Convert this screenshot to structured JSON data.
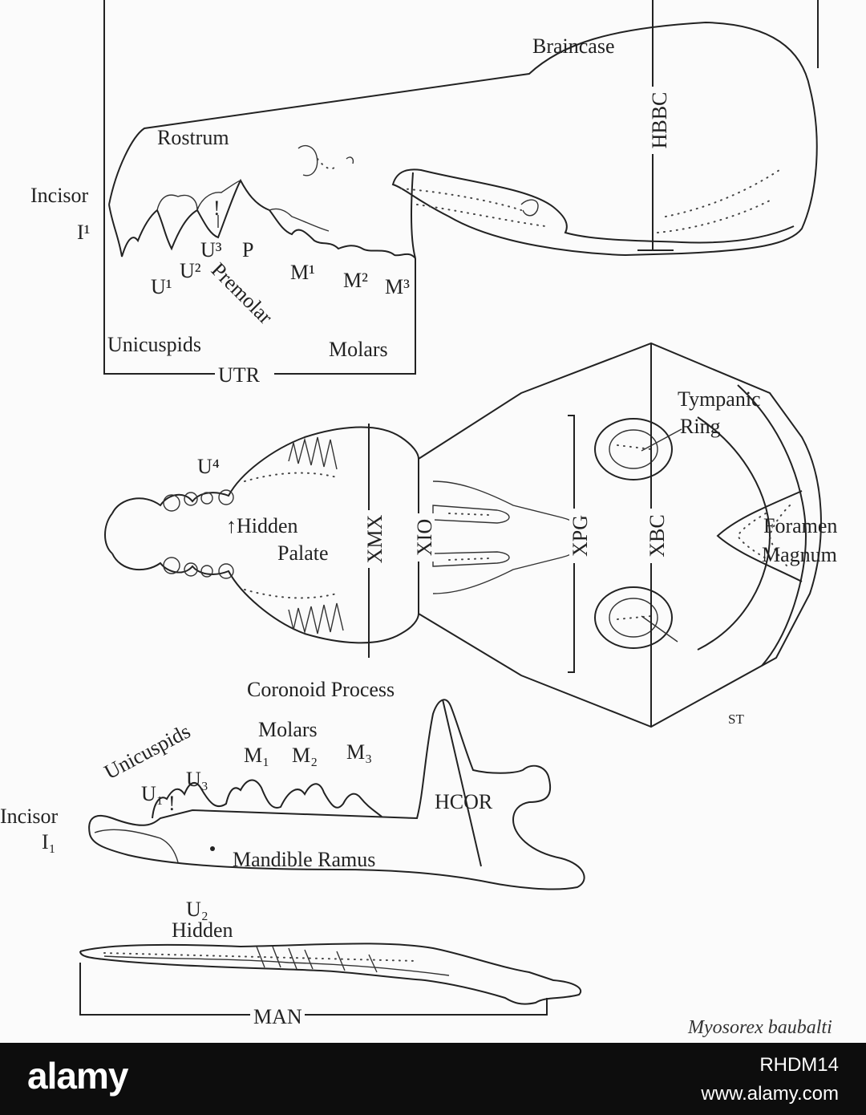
{
  "lateral": {
    "braincase": "Braincase",
    "hbbc": "HBBC",
    "rostrum": "Rostrum",
    "incisor": "Incisor",
    "i1": "I¹",
    "exclaim": "!",
    "u3": "U³",
    "p": "P",
    "u2": "U²",
    "u1": "U¹",
    "premolar": "Premolar",
    "m1": "M¹",
    "m2": "M²",
    "m3": "M³",
    "unicuspids": "Unicuspids",
    "molars": "Molars",
    "utr": "UTR"
  },
  "ventral": {
    "tympanic": "Tympanic",
    "ring": "Ring",
    "u4": "U⁴",
    "hidden": "↑Hidden",
    "palate": "Palate",
    "xmx": "XMX",
    "xio": "XIO",
    "xpg": "XPG",
    "xbc": "XBC",
    "foramen": "Foramen",
    "magnum": "Magnum",
    "signature": "ST"
  },
  "mandible": {
    "coronoid": "Coronoid Process",
    "molars": "Molars",
    "m1": "M₁",
    "m2": "M₂",
    "m3": "M₃",
    "unicuspids": "Unicuspids",
    "u3": "U₃",
    "u1": "U₁",
    "exclaim": "!",
    "hcor": "HCOR",
    "incisor": "Incisor",
    "i1": "I₁",
    "ramus": "Mandible Ramus",
    "u2": "U₂",
    "hidden": "Hidden",
    "man": "MAN"
  },
  "species": "Myosorex baubalti",
  "footer": {
    "brand": "alamy",
    "image_id": "RHDM14",
    "site": "www.alamy.com"
  }
}
